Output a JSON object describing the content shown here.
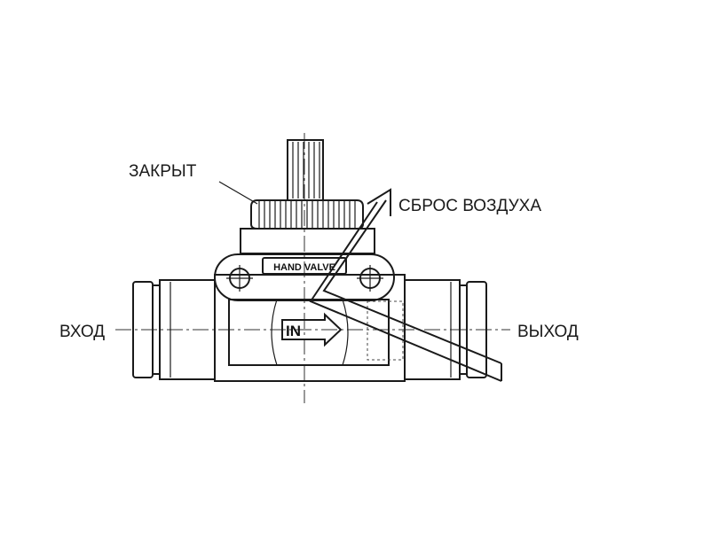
{
  "labels": {
    "closed": "ЗАКРЫТ",
    "air_exhaust": "СБРОС ВОЗДУХА",
    "inlet": "ВХОД",
    "outlet": "ВЫХОД"
  },
  "body_markings": {
    "stamp": "HAND VALVE",
    "flow_mark": "IN"
  },
  "colors": {
    "line": "#1a1a1a",
    "background": "#ffffff"
  }
}
